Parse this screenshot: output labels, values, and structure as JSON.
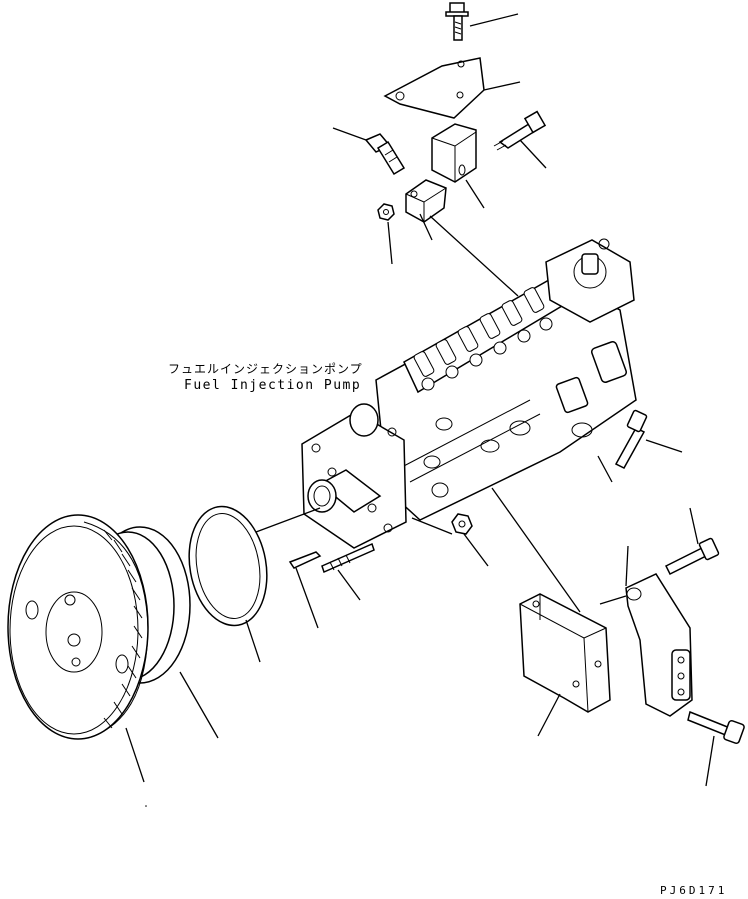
{
  "diagram": {
    "part_label_jp": "フュエルインジェクションポンプ",
    "part_label_en": "Fuel Injection Pump",
    "doc_code": "PJ6D171"
  }
}
